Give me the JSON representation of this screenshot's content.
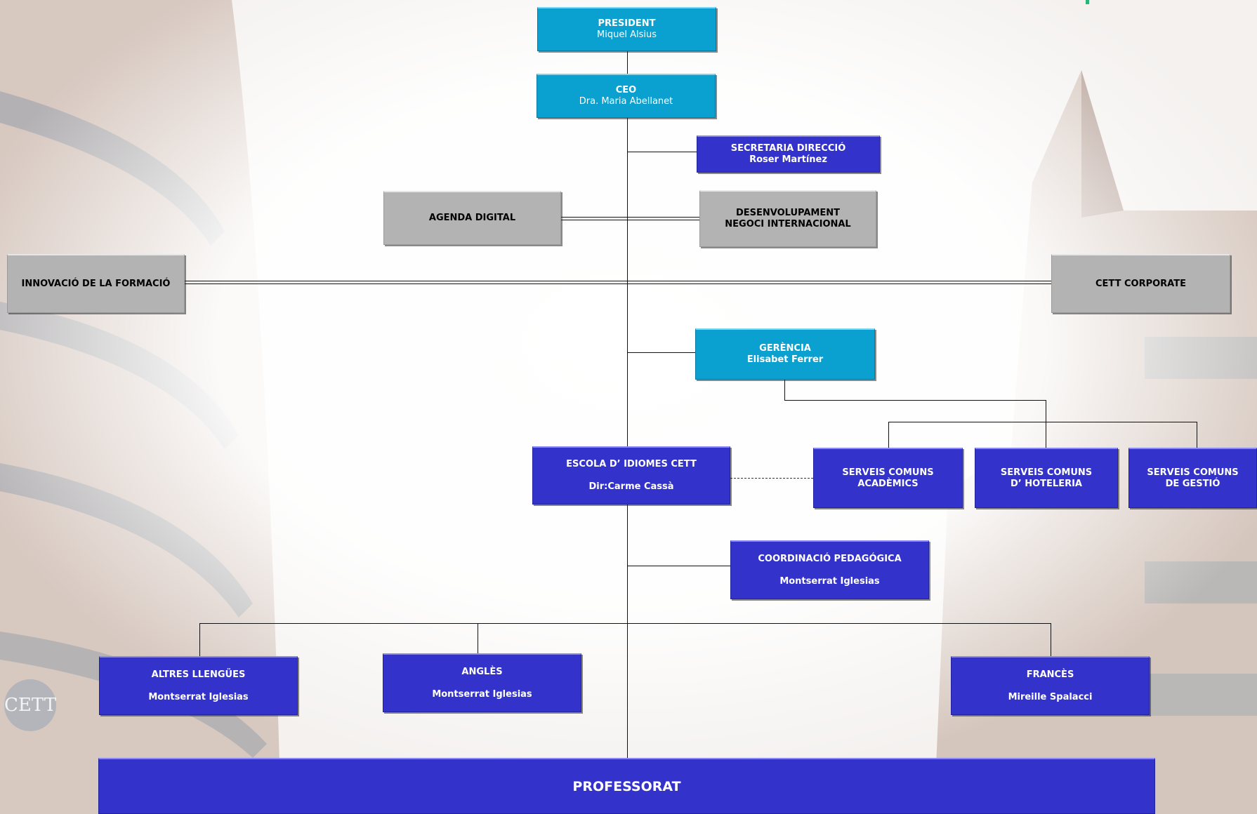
{
  "president": {
    "title": "PRESIDENT",
    "name": "Miquel Alsius"
  },
  "ceo": {
    "title": "CEO",
    "name": "Dra. Maria Abellanet"
  },
  "secretaria": {
    "title": "SECRETARIA DIRECCIÓ",
    "name": "Roser Martínez"
  },
  "agenda_digital": {
    "title": "AGENDA DIGITAL"
  },
  "desenvolupament": {
    "line1": "DESENVOLUPAMENT",
    "line2": "NEGOCI INTERNACIONAL"
  },
  "innovacio": {
    "title": "INNOVACIÓ DE LA FORMACIÓ"
  },
  "cett_corporate": {
    "title": "CETT CORPORATE"
  },
  "gerencia": {
    "title": "GERÈNCIA",
    "name": "Elisabet Ferrer"
  },
  "escola": {
    "title": "ESCOLA D’ IDIOMES CETT",
    "name": "Dir:Carme Cassà"
  },
  "serveis_academics": {
    "line1": "SERVEIS COMUNS",
    "line2": "ACADÈMICS"
  },
  "serveis_hoteleria": {
    "line1": "SERVEIS COMUNS",
    "line2": "D’ HOTELERIA"
  },
  "serveis_gestio": {
    "line1": "SERVEIS COMUNS",
    "line2": "DE GESTIÓ"
  },
  "coordinacio": {
    "title": "COORDINACIÓ PEDAGÓGICA",
    "name": "Montserrat Iglesias"
  },
  "altres": {
    "title": "ALTRES LLENGÜES",
    "name": "Montserrat Iglesias"
  },
  "angles": {
    "title": "ANGLÈS",
    "name": "Montserrat Iglesias"
  },
  "frances": {
    "title": "FRANCÈS",
    "name": "Mireille Spalacci"
  },
  "professorat": {
    "title": "PROFESSORAT"
  },
  "background": {
    "logo_text": "CETT"
  },
  "colors": {
    "cyan": "#0aa0cf",
    "blue": "#3333cc",
    "grey": "#b3b3b3",
    "accent": "#2ab37a"
  }
}
